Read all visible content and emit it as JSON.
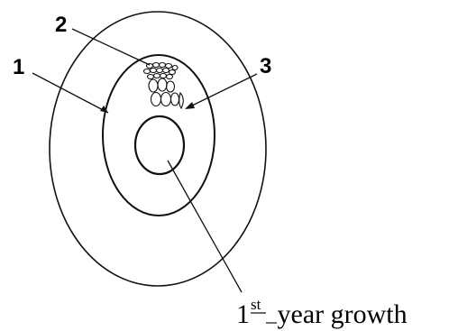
{
  "diagram": {
    "labels": {
      "one": "1",
      "two": "2",
      "three": "3"
    },
    "growth_label": {
      "number": "1",
      "superscript": "st",
      "text": " year growth"
    }
  },
  "colors": {
    "ink": "#000000",
    "background": "#ffffff"
  }
}
